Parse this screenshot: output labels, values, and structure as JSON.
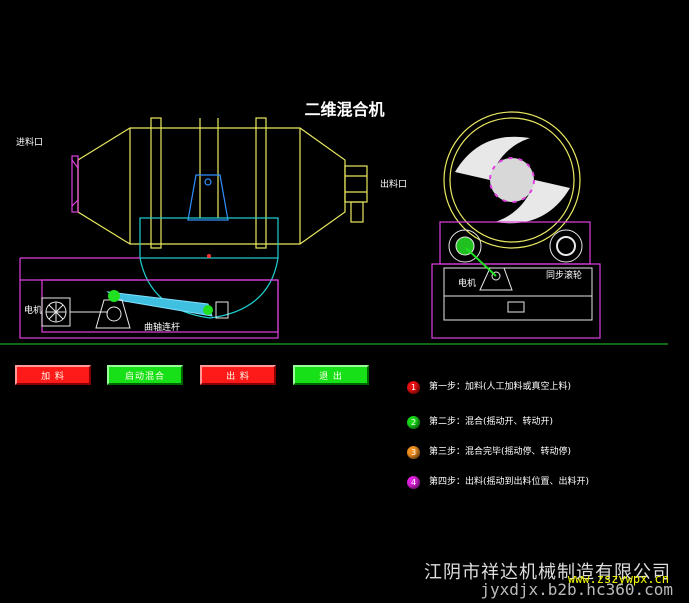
{
  "title": "二维混合机",
  "labels": {
    "inlet": "进料口",
    "outlet": "出料口",
    "motor_left": "电机",
    "crank": "曲轴连杆",
    "motor_right": "电机",
    "sync_roller": "同步滚轮"
  },
  "buttons": [
    {
      "label": "加 料",
      "color": "#ff1a1a"
    },
    {
      "label": "启动混合",
      "color": "#18e018"
    },
    {
      "label": "出 料",
      "color": "#ff1a1a"
    },
    {
      "label": "退 出",
      "color": "#18e018"
    }
  ],
  "steps": [
    {
      "num": "1",
      "color": "#e81010",
      "text": "第一步：加料(人工加料或真空上料)"
    },
    {
      "num": "2",
      "color": "#18d818",
      "text": "第二步：混合(摇动开、转动开)"
    },
    {
      "num": "3",
      "color": "#f09020",
      "text": "第三步：混合完毕(摇动停、转动停)"
    },
    {
      "num": "4",
      "color": "#e020e0",
      "text": "第四步：出料(摇动到出料位置、出料开)"
    }
  ],
  "company": "江阴市祥达机械制造有限公司",
  "watermark_url": "jyxdjx.b2b.hc360.com",
  "watermark_small": "www.zszywpx.cn",
  "icons": {
    "step_marker": "numbered-circle-icon"
  }
}
